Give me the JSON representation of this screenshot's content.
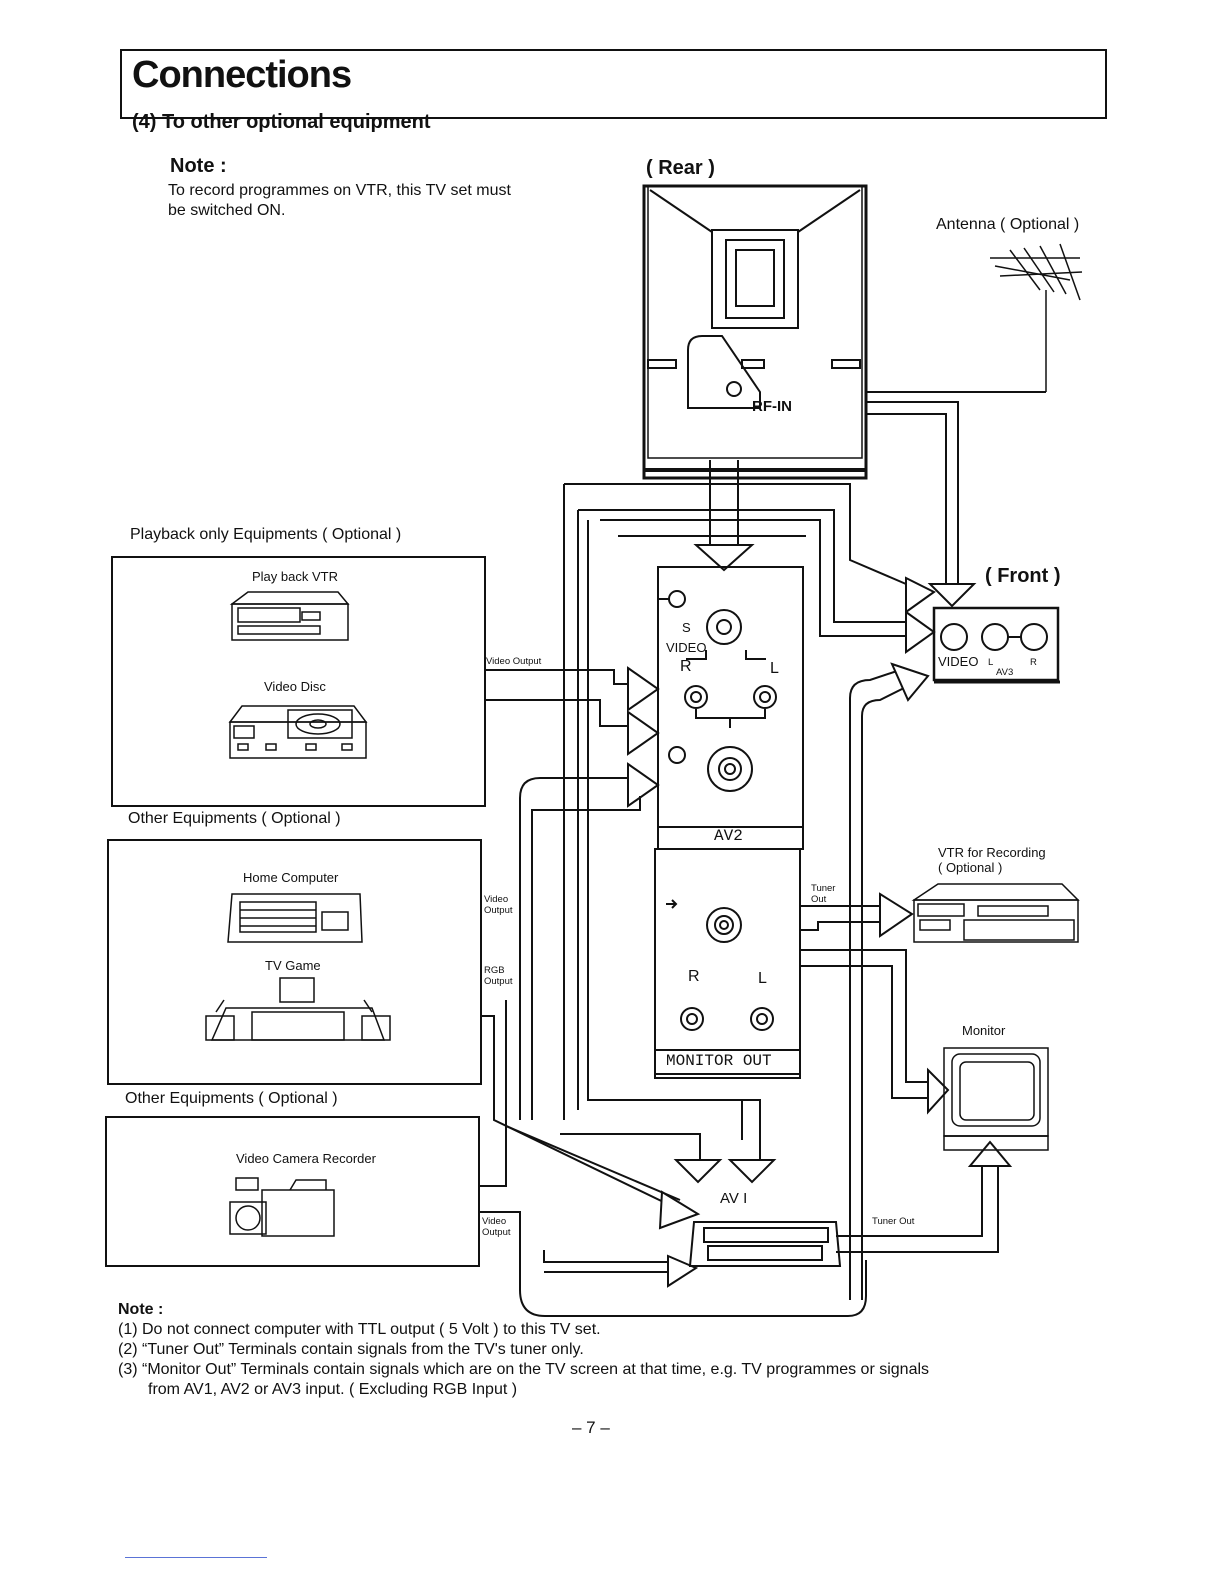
{
  "header": {
    "title": "Connections",
    "subtitle": "(4) To other optional equipment"
  },
  "note_top": {
    "heading": "Note :",
    "text": "To record programmes on VTR, this TV set must be switched ON."
  },
  "labels": {
    "rear": "( Rear )",
    "front": "( Front )",
    "antenna": "Antenna ( Optional )",
    "rf_in": "RF-IN",
    "playback_group": "Playback only Equipments ( Optional )",
    "playback_vtr": "Play back VTR",
    "video_disc": "Video Disc",
    "video_output_1": "Video Output",
    "other_group_1": "Other Equipments ( Optional )",
    "home_computer": "Home Computer",
    "tv_game": "TV Game",
    "video_output_2_line1": "Video",
    "video_output_2_line2": "Output",
    "rgb_output_line1": "RGB",
    "rgb_output_line2": "Output",
    "other_group_2": "Other Equipments ( Optional )",
    "video_camera_recorder": "Video Camera Recorder",
    "video_output_3_line1": "Video",
    "video_output_3_line2": "Output",
    "s_video_s": "S",
    "s_video_video": "VIDEO",
    "r": "R",
    "l": "L",
    "av2": "AV2",
    "monitor_out": "MONITOR OUT",
    "tuner_out_1_line1": "Tuner",
    "tuner_out_1_line2": "Out",
    "tuner_out_2": "Tuner Out",
    "av1": "AV I",
    "front_video": "VIDEO",
    "front_l": "L",
    "front_r": "R",
    "front_av3": "AV3",
    "vtr_recording_line1": "VTR for Recording",
    "vtr_recording_line2": "( Optional )",
    "monitor": "Monitor"
  },
  "notes_bottom": {
    "heading": "Note :",
    "items": [
      "(1) Do not connect computer with TTL output ( 5 Volt ) to this TV set.",
      "(2) “Tuner Out” Terminals contain signals from the TV's tuner only.",
      "(3) “Monitor Out” Terminals contain signals which are on the TV screen at that time, e.g. TV programmes or signals",
      "from AV1, AV2 or AV3 input. ( Excluding RGB Input )"
    ]
  },
  "page_number": "– 7 –"
}
